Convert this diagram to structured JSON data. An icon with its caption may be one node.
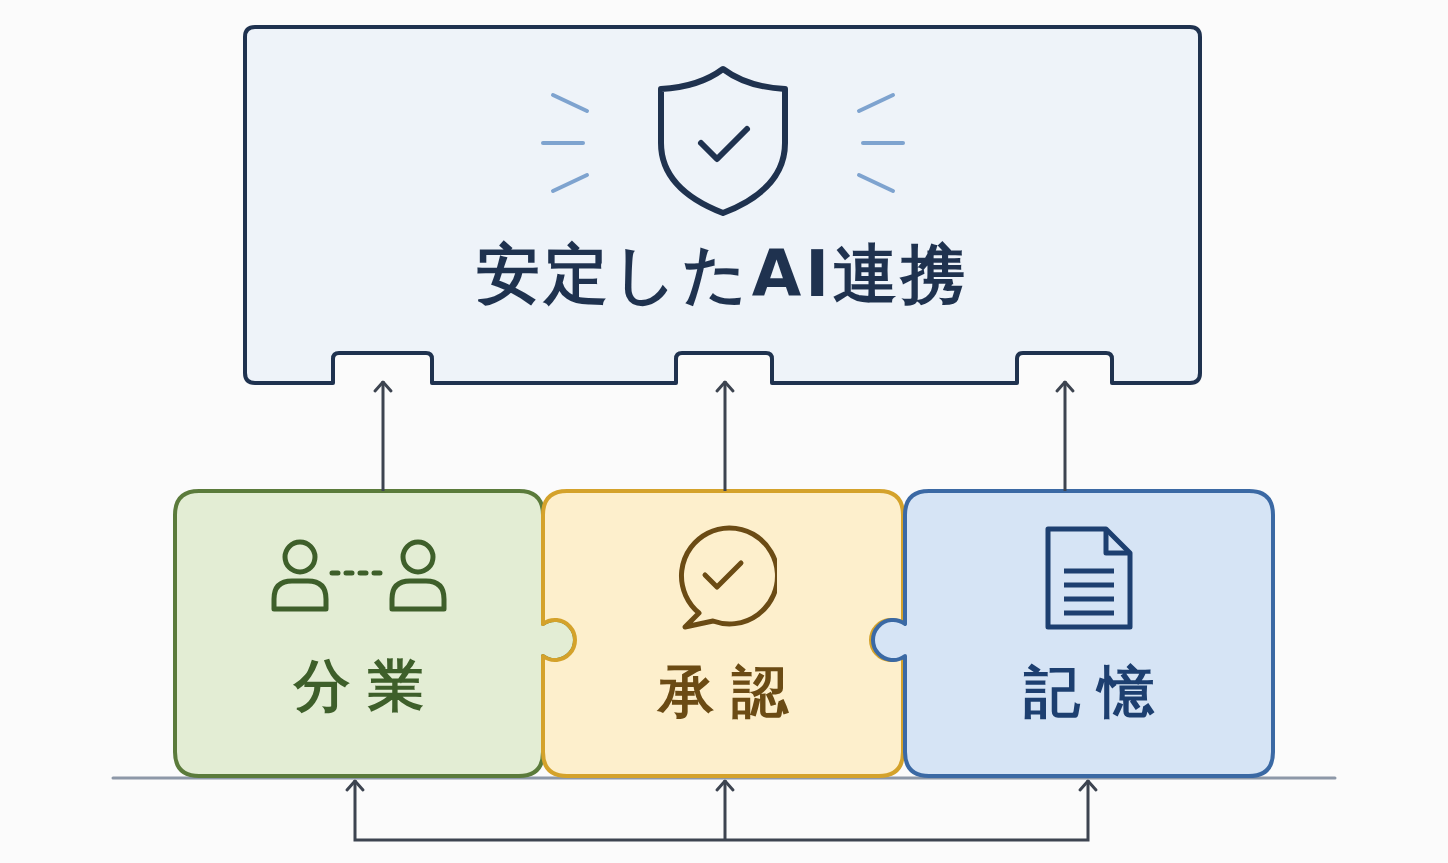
{
  "diagram": {
    "nodes": [
      {
        "text": [
          "安定したAI連携"
        ]
      },
      {
        "text": [
          "分業"
        ]
      },
      {
        "text": [
          "承認"
        ]
      },
      {
        "text": [
          "記憶"
        ]
      }
    ],
    "edges": [
      {
        "from": 1,
        "to": 0,
        "arrow": "to"
      },
      {
        "from": 2,
        "to": 0,
        "arrow": "to"
      },
      {
        "from": 3,
        "to": 0,
        "arrow": "to"
      },
      {
        "from": null,
        "to": 1,
        "arrow": "to"
      },
      {
        "from": null,
        "to": 2,
        "arrow": "to"
      },
      {
        "from": null,
        "to": 3,
        "arrow": "to"
      }
    ]
  }
}
